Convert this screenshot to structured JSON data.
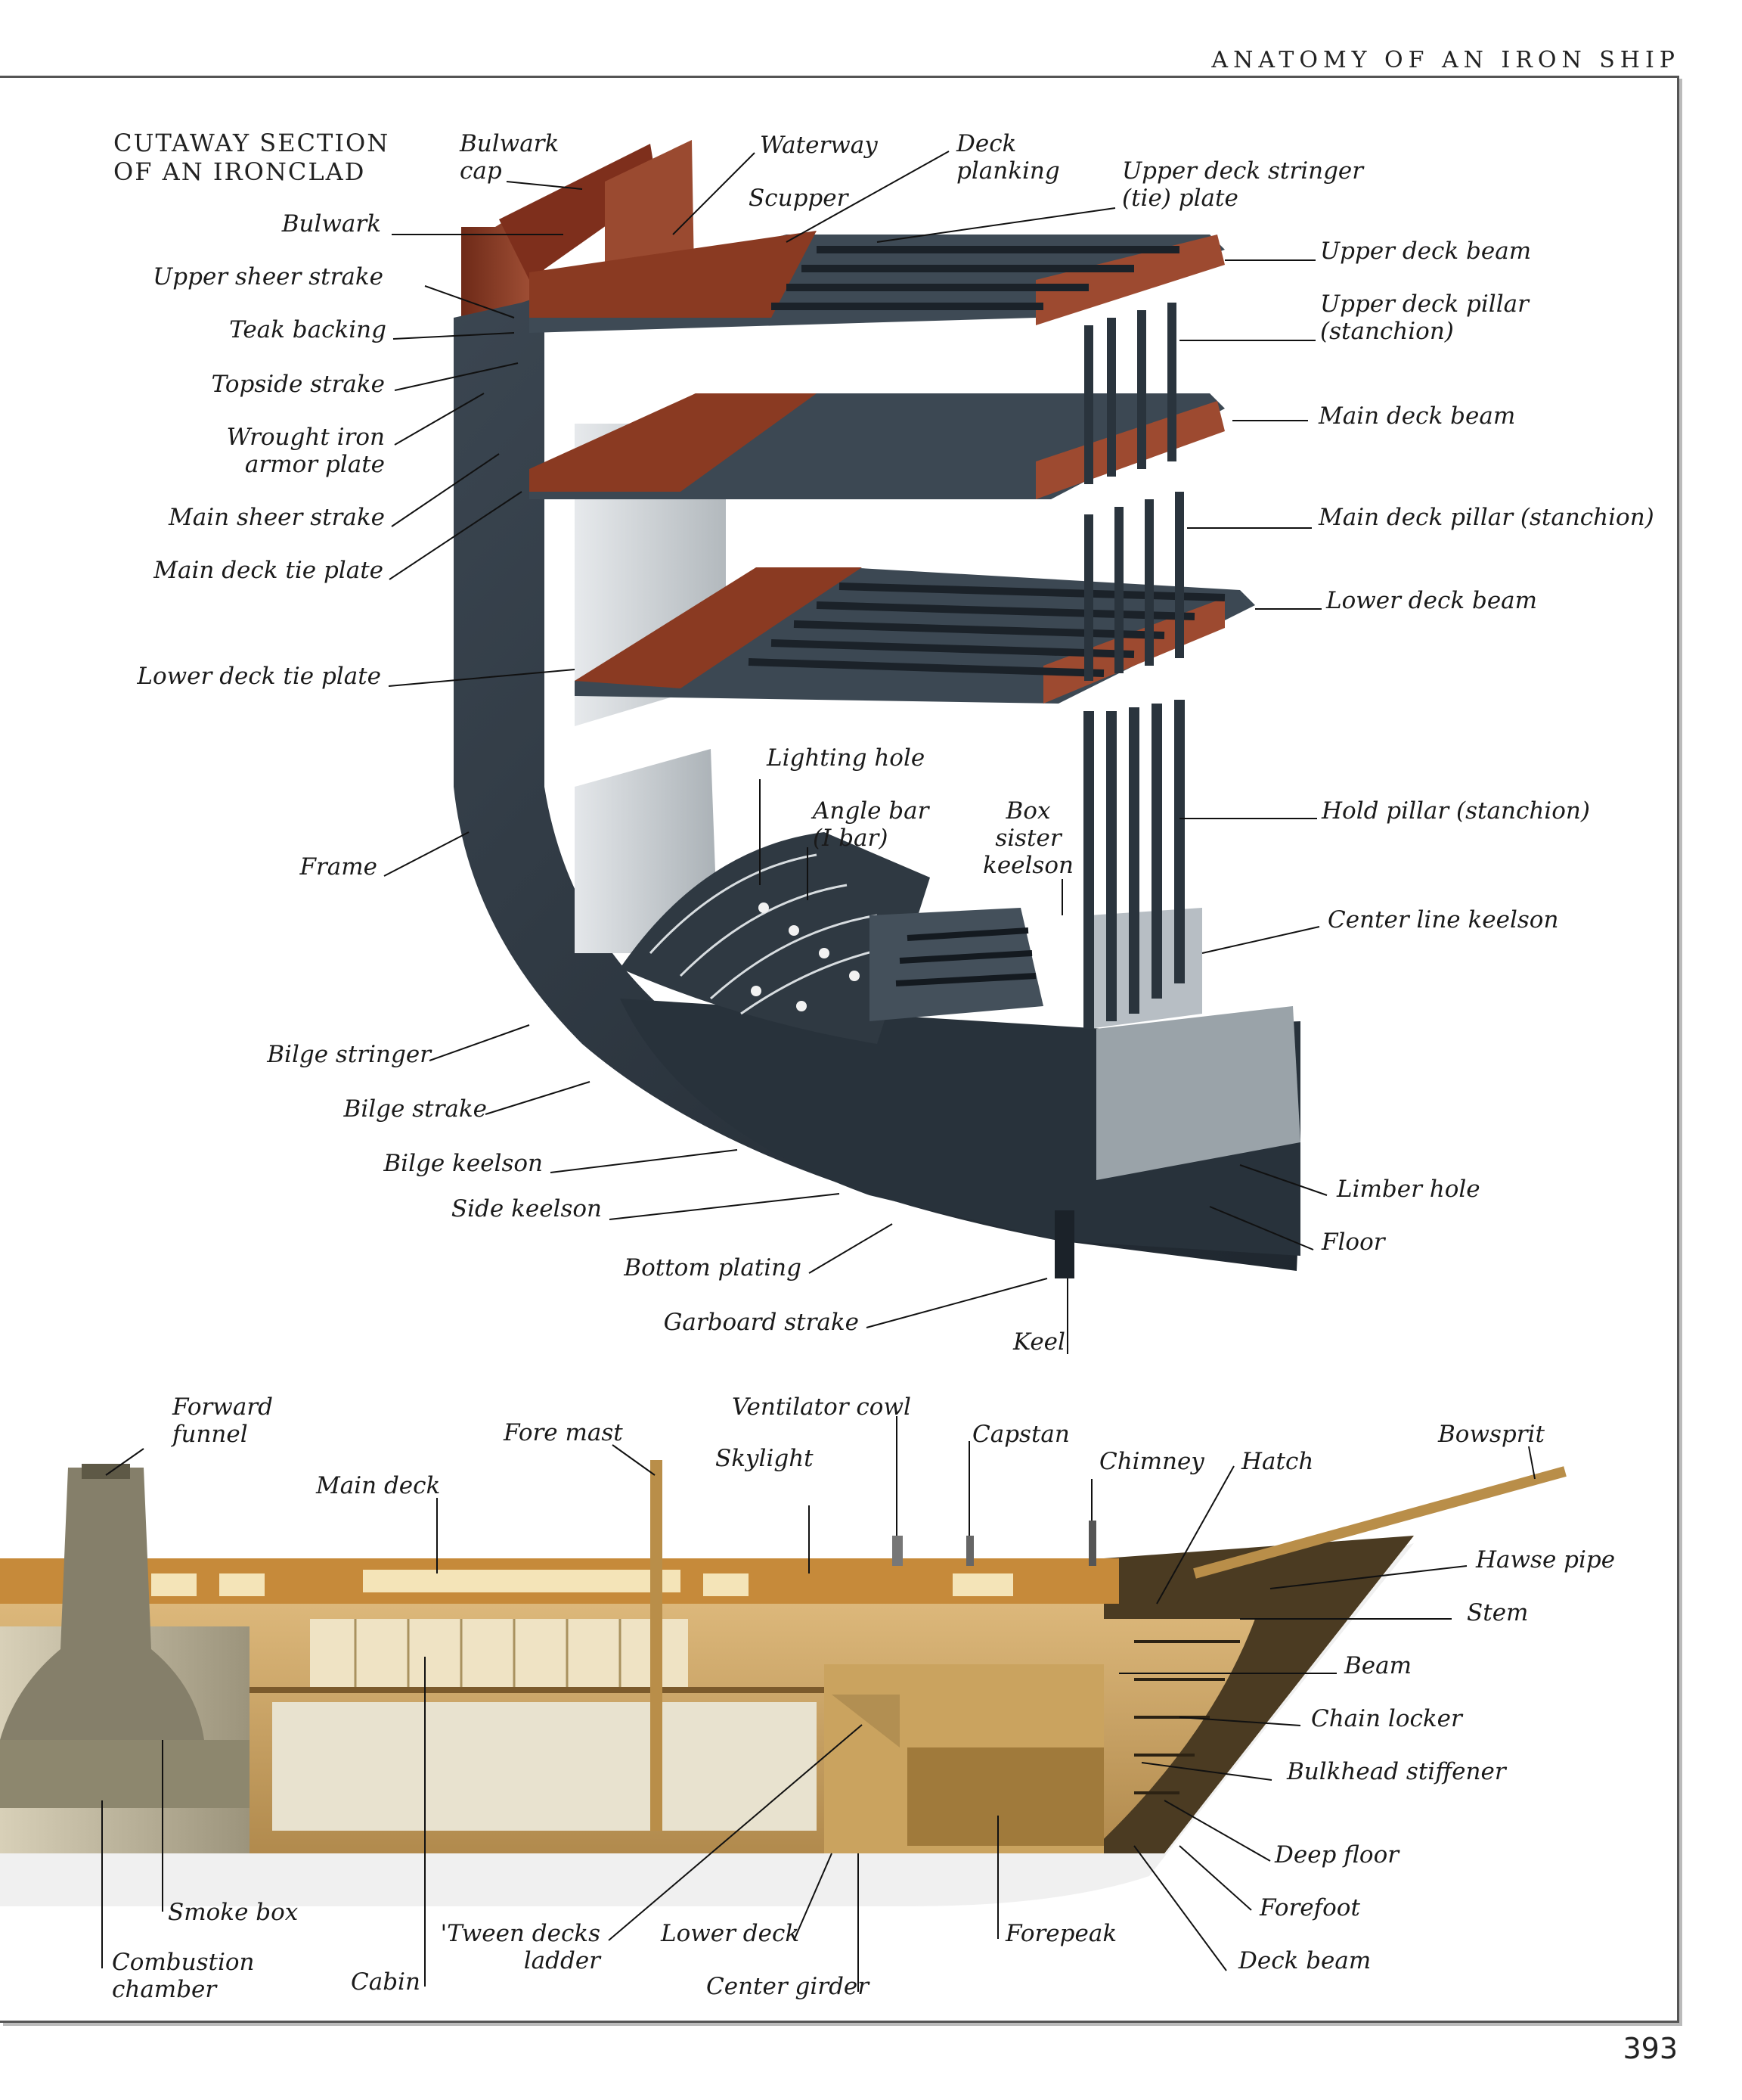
{
  "header": {
    "running_head": "ANATOMY OF AN IRON SHIP",
    "page_number": "393"
  },
  "section_title": {
    "line1": "CUTAWAY SECTION",
    "line2": "OF AN IRONCLAD"
  },
  "colors": {
    "deck_wood": "#8a3a22",
    "iron_hull": "#2b3540",
    "iron_light": "#5d6a74",
    "bulkhead": "#c9cdd0",
    "ship_interior": "#d9b676",
    "ship_hull": "#3a3020"
  },
  "cutaway_labels": {
    "bulwark_cap": [
      "Bulwark",
      "cap"
    ],
    "waterway": "Waterway",
    "deck_planking": [
      "Deck",
      "planking"
    ],
    "upper_deck_stringer": [
      "Upper deck stringer",
      "(tie) plate"
    ],
    "scupper": "Scupper",
    "bulwark": "Bulwark",
    "upper_sheer_strake": "Upper sheer strake",
    "teak_backing": "Teak backing",
    "topside_strake": "Topside strake",
    "wrought_iron_armor": [
      "Wrought iron",
      "armor plate"
    ],
    "main_sheer_strake": "Main sheer strake",
    "main_deck_tie_plate": "Main deck tie plate",
    "lower_deck_tie_plate": "Lower deck tie plate",
    "frame": "Frame",
    "upper_deck_beam": "Upper deck beam",
    "upper_deck_pillar": [
      "Upper deck pillar",
      "(stanchion)"
    ],
    "main_deck_beam": "Main deck beam",
    "main_deck_pillar": "Main deck pillar (stanchion)",
    "lower_deck_beam": "Lower deck beam",
    "lighting_hole": "Lighting hole",
    "angle_bar": [
      "Angle bar",
      "(I bar)"
    ],
    "box_sister_keelson": [
      "Box",
      "sister",
      "keelson"
    ],
    "hold_pillar": "Hold pillar (stanchion)",
    "center_line_keelson": "Center line keelson",
    "bilge_stringer": "Bilge stringer",
    "bilge_strake": "Bilge strake",
    "bilge_keelson": "Bilge keelson",
    "side_keelson": "Side keelson",
    "bottom_plating": "Bottom plating",
    "garboard_strake": "Garboard strake",
    "keel": "Keel",
    "limber_hole": "Limber hole",
    "floor": "Floor"
  },
  "ship_labels": {
    "forward_funnel": [
      "Forward",
      "funnel"
    ],
    "fore_mast": "Fore mast",
    "main_deck": "Main deck",
    "ventilator_cowl": "Ventilator cowl",
    "skylight": "Skylight",
    "capstan": "Capstan",
    "chimney": "Chimney",
    "hatch": "Hatch",
    "bowsprit": "Bowsprit",
    "hawse_pipe": "Hawse pipe",
    "stem": "Stem",
    "beam": "Beam",
    "chain_locker": "Chain locker",
    "bulkhead_stiffener": "Bulkhead stiffener",
    "deep_floor": "Deep floor",
    "forefoot": "Forefoot",
    "deck_beam": "Deck beam",
    "smoke_box": "Smoke box",
    "combustion_chamber": [
      "Combustion",
      "chamber"
    ],
    "cabin": "Cabin",
    "tween_decks_ladder": [
      "'Tween decks",
      "ladder"
    ],
    "lower_deck": "Lower deck",
    "center_girder": "Center girder",
    "forepeak": "Forepeak"
  }
}
